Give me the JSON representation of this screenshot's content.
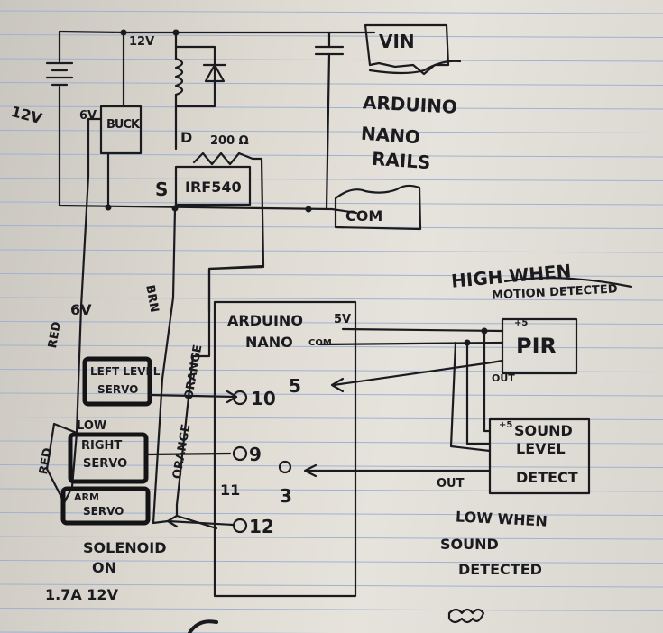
{
  "labels": {
    "battery_voltage": "12V",
    "rail_12v": "12V",
    "buck_input": "6V",
    "buck": "BUCK",
    "drain": "D",
    "resistor": "200 Ω",
    "source": "S",
    "mosfet": "IRF540",
    "vin": "VIN",
    "arduino_nano_rails_1": "ARDUINO",
    "arduino_nano_rails_2": "NANO",
    "arduino_nano_rails_3": "RAILS",
    "com_rail": "COM",
    "red_top": "RED",
    "six_v": "6V",
    "brn": "BRN",
    "orange_top": "ORANGE",
    "orange_mid": "ORANGE",
    "red_bottom": "RED",
    "low": "LOW",
    "left_servo_1": "LEFT LEVEL",
    "left_servo_2": "SERVO",
    "right_servo_1": "RIGHT",
    "right_servo_2": "SERVO",
    "arm_servo_1": "ARM",
    "arm_servo_2": "SERVO",
    "solenoid_on_1": "SOLENOID",
    "solenoid_on_2": "ON",
    "current": "1.7A 12V",
    "nano_title_1": "ARDUINO",
    "nano_title_2": "NANO",
    "nano_5v": "5V",
    "nano_com": "COM",
    "pin_10": "10",
    "pin_9": "9",
    "pin_11": "11",
    "pin_12": "12",
    "pin_5": "5",
    "pin_3": "3",
    "high_when_1": "HIGH WHEN",
    "high_when_2": "MOTION DETECTED",
    "pir": "PIR",
    "pir_plus": "+5",
    "pir_out": "OUT",
    "sound_1": "SOUND",
    "sound_2": "LEVEL",
    "sound_3": "DETECT",
    "sound_plus": "+5",
    "sound_out": "OUT",
    "low_when_1": "LOW WHEN",
    "low_when_2": "SOUND",
    "low_when_3": "DETECTED"
  },
  "colors": {
    "ink": "#1b1b1f",
    "paper": "#e1ded7",
    "rule": "#9fb2cf"
  }
}
